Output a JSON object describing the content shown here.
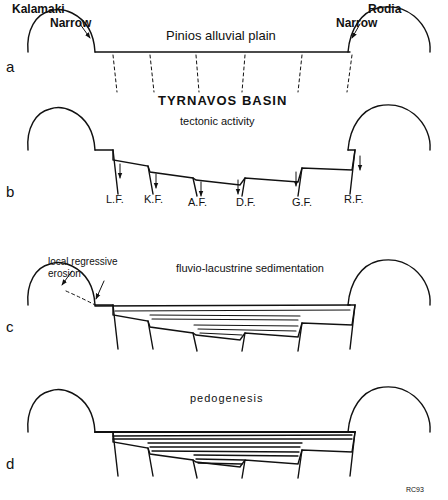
{
  "diagram": {
    "labels": [
      "Kalamaki Narrow",
      "Rodia Narrow",
      "Pinios alluvial plain",
      "a",
      "TYRNAVOS BASIN",
      "tectonic activity",
      "L.F.",
      "K.F.",
      "A.F.",
      "D.F.",
      "G.F.",
      "R.F.",
      "b",
      "local regressive erosion",
      "fluvio-lacustrine sedimentation",
      "c",
      "pedogenesis",
      "d",
      "RC93"
    ]
  }
}
